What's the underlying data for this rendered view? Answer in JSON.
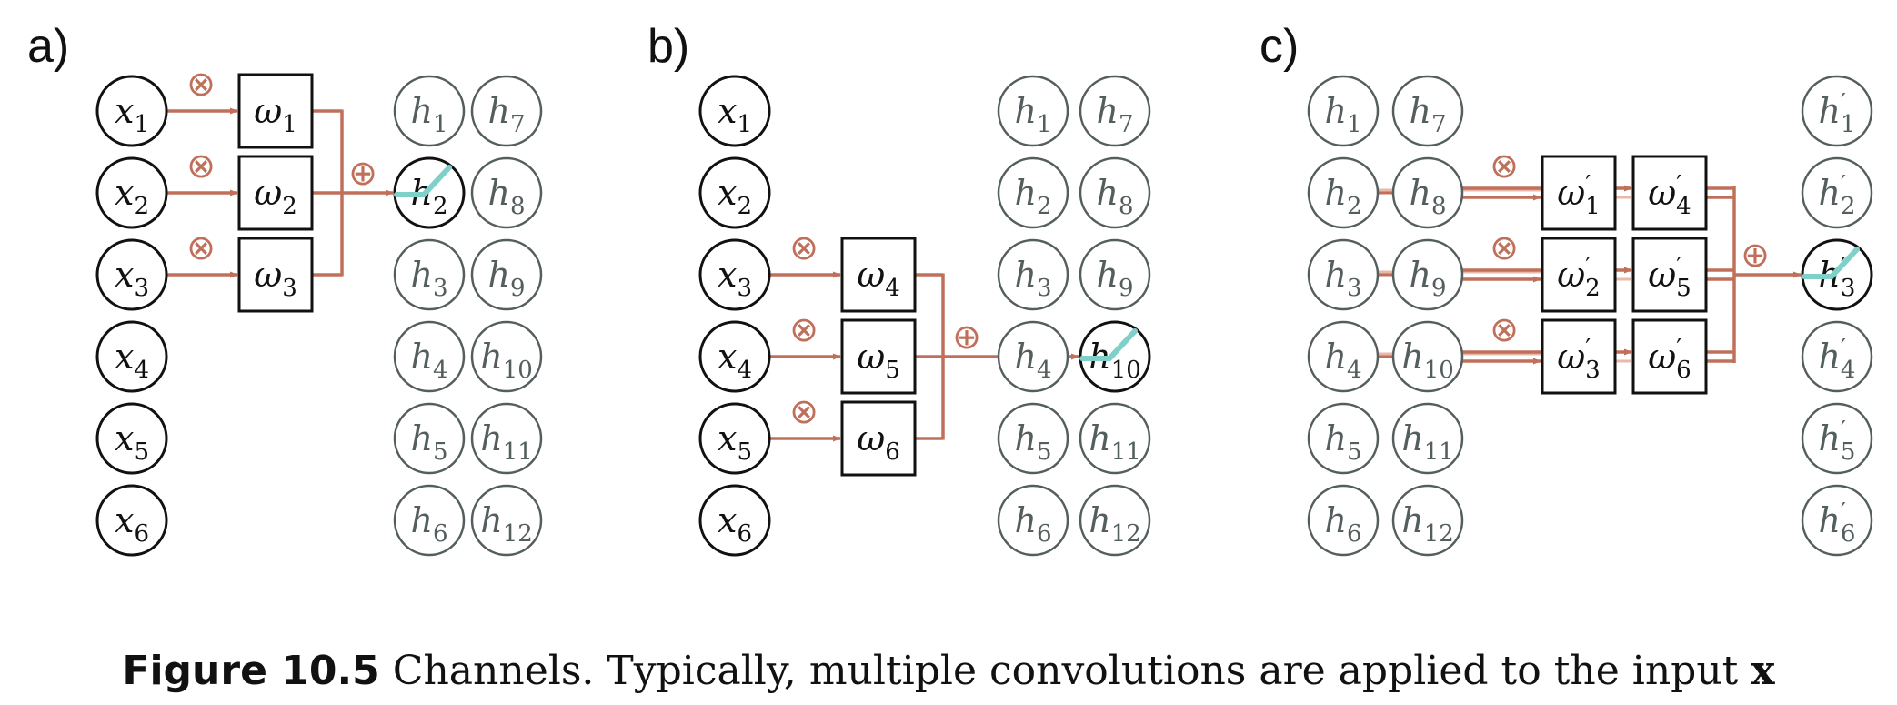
{
  "colors": {
    "connection": "#c0705a",
    "connection_light": "#e8b8aa",
    "active_node": "#111111",
    "inactive_node": "#555e5e",
    "receptive_highlight": "#7fd0c8",
    "box_stroke": "#111111"
  },
  "operators": {
    "multiply": "⊗",
    "add": "⊕"
  },
  "panels": [
    {
      "label": "a)",
      "inputs": [
        {
          "base": "x",
          "sub": "1"
        },
        {
          "base": "x",
          "sub": "2"
        },
        {
          "base": "x",
          "sub": "3"
        },
        {
          "base": "x",
          "sub": "4"
        },
        {
          "base": "x",
          "sub": "5"
        },
        {
          "base": "x",
          "sub": "6"
        }
      ],
      "active_input_rows": [
        0,
        1,
        2
      ],
      "weights": [
        {
          "base": "ω",
          "sub": "1",
          "prime": false
        },
        {
          "base": "ω",
          "sub": "2",
          "prime": false
        },
        {
          "base": "ω",
          "sub": "3",
          "prime": false
        }
      ],
      "hidden_col1": [
        {
          "base": "h",
          "sub": "1"
        },
        {
          "base": "h",
          "sub": "2"
        },
        {
          "base": "h",
          "sub": "3"
        },
        {
          "base": "h",
          "sub": "4"
        },
        {
          "base": "h",
          "sub": "5"
        },
        {
          "base": "h",
          "sub": "6"
        }
      ],
      "hidden_col2": [
        {
          "base": "h",
          "sub": "7"
        },
        {
          "base": "h",
          "sub": "8"
        },
        {
          "base": "h",
          "sub": "9"
        },
        {
          "base": "h",
          "sub": "10"
        },
        {
          "base": "h",
          "sub": "11"
        },
        {
          "base": "h",
          "sub": "12"
        }
      ],
      "target": {
        "column": 1,
        "row": 1
      }
    },
    {
      "label": "b)",
      "inputs": [
        {
          "base": "x",
          "sub": "1"
        },
        {
          "base": "x",
          "sub": "2"
        },
        {
          "base": "x",
          "sub": "3"
        },
        {
          "base": "x",
          "sub": "4"
        },
        {
          "base": "x",
          "sub": "5"
        },
        {
          "base": "x",
          "sub": "6"
        }
      ],
      "active_input_rows": [
        2,
        3,
        4
      ],
      "weights": [
        {
          "base": "ω",
          "sub": "4",
          "prime": false
        },
        {
          "base": "ω",
          "sub": "5",
          "prime": false
        },
        {
          "base": "ω",
          "sub": "6",
          "prime": false
        }
      ],
      "hidden_col1": [
        {
          "base": "h",
          "sub": "1"
        },
        {
          "base": "h",
          "sub": "2"
        },
        {
          "base": "h",
          "sub": "3"
        },
        {
          "base": "h",
          "sub": "4"
        },
        {
          "base": "h",
          "sub": "5"
        },
        {
          "base": "h",
          "sub": "6"
        }
      ],
      "hidden_col2": [
        {
          "base": "h",
          "sub": "7"
        },
        {
          "base": "h",
          "sub": "8"
        },
        {
          "base": "h",
          "sub": "9"
        },
        {
          "base": "h",
          "sub": "10"
        },
        {
          "base": "h",
          "sub": "11"
        },
        {
          "base": "h",
          "sub": "12"
        }
      ],
      "target": {
        "column": 2,
        "row": 3
      }
    },
    {
      "label": "c)",
      "inputs_col1": [
        {
          "base": "h",
          "sub": "1"
        },
        {
          "base": "h",
          "sub": "2"
        },
        {
          "base": "h",
          "sub": "3"
        },
        {
          "base": "h",
          "sub": "4"
        },
        {
          "base": "h",
          "sub": "5"
        },
        {
          "base": "h",
          "sub": "6"
        }
      ],
      "inputs_col2": [
        {
          "base": "h",
          "sub": "7"
        },
        {
          "base": "h",
          "sub": "8"
        },
        {
          "base": "h",
          "sub": "9"
        },
        {
          "base": "h",
          "sub": "10"
        },
        {
          "base": "h",
          "sub": "11"
        },
        {
          "base": "h",
          "sub": "12"
        }
      ],
      "active_input_rows": [
        1,
        2,
        3
      ],
      "weights_col1": [
        {
          "base": "ω",
          "sub": "1",
          "prime": true
        },
        {
          "base": "ω",
          "sub": "2",
          "prime": true
        },
        {
          "base": "ω",
          "sub": "3",
          "prime": true
        }
      ],
      "weights_col2": [
        {
          "base": "ω",
          "sub": "4",
          "prime": true
        },
        {
          "base": "ω",
          "sub": "5",
          "prime": true
        },
        {
          "base": "ω",
          "sub": "6",
          "prime": true
        }
      ],
      "outputs": [
        {
          "base": "h",
          "sub": "1",
          "prime": true
        },
        {
          "base": "h",
          "sub": "2",
          "prime": true
        },
        {
          "base": "h",
          "sub": "3",
          "prime": true
        },
        {
          "base": "h",
          "sub": "4",
          "prime": true
        },
        {
          "base": "h",
          "sub": "5",
          "prime": true
        },
        {
          "base": "h",
          "sub": "6",
          "prime": true
        }
      ],
      "target_row": 2
    }
  ],
  "caption": {
    "label": "Figure 10.5",
    "text": " Channels.  Typically, multiple convolutions are applied to the input ",
    "bold_symbol": "x"
  }
}
